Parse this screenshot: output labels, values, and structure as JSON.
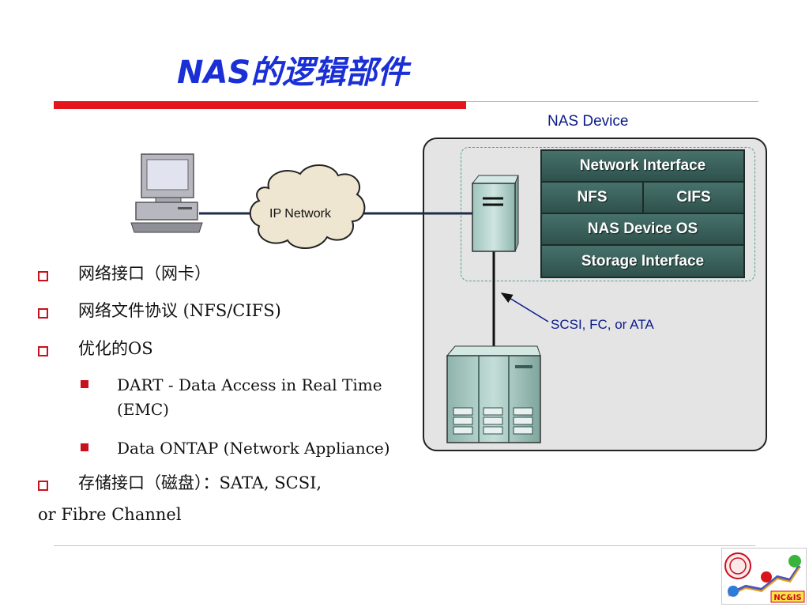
{
  "title": "NAS的逻辑部件",
  "diagram": {
    "device_label": "NAS Device",
    "ip_network_label": "IP Network",
    "stack": {
      "network_interface": "Network Interface",
      "nfs": "NFS",
      "cifs": "CIFS",
      "os": "NAS Device OS",
      "storage_interface": "Storage Interface"
    },
    "connection_label": "SCSI, FC, or ATA"
  },
  "bullets": [
    "网络接口（网卡）",
    "网络文件协议 (NFS/CIFS)",
    "优化的OS"
  ],
  "sub_bullets": [
    "DART - Data Access in Real Time",
    "(EMC)",
    "Data ONTAP (Network Appliance)"
  ],
  "last_bullet": {
    "line1": "存储接口（磁盘）：SATA, SCSI,",
    "line2": "or Fibre Channel"
  },
  "logo_text": "NC&IS",
  "colors": {
    "title": "#1a2fd6",
    "accent_red": "#e3141a",
    "stack_fill": "#3d6460",
    "label_blue": "#0a1a8c"
  }
}
